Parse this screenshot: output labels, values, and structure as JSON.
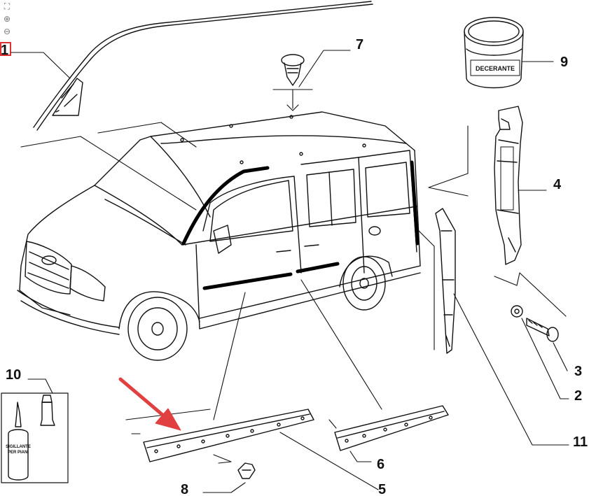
{
  "toolbar": {
    "fit_icon": "fit-page-icon",
    "zoom_in_icon": "zoom-in-icon",
    "zoom_out_icon": "zoom-out-icon"
  },
  "callouts": {
    "c1": "1",
    "c2": "2",
    "c3": "3",
    "c4": "4",
    "c5": "5",
    "c6": "6",
    "c7": "7",
    "c8": "8",
    "c9": "9",
    "c10": "10",
    "c11": "11"
  },
  "labels": {
    "jar_label": "DECERANTE",
    "bottle_label_line1": "SIGILLANTE",
    "bottle_label_line2": "PER PIANI"
  },
  "colors": {
    "highlight_box": "#dd3333",
    "arrow": "#e04040",
    "line": "#111111"
  }
}
